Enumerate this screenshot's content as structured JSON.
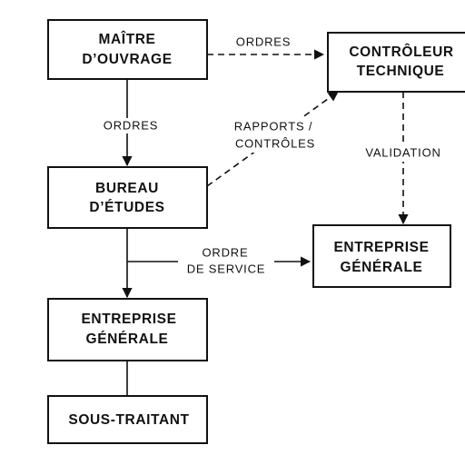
{
  "diagram": {
    "nodes": {
      "maitre_ouvrage": {
        "lines": [
          "MAÎTRE",
          "D’OUVRAGE"
        ]
      },
      "controleur_technique": {
        "lines": [
          "CONTRÔLEUR",
          "TECHNIQUE"
        ]
      },
      "bureau_etudes": {
        "lines": [
          "BUREAU",
          "D’ÉTUDES"
        ]
      },
      "entreprise_generale_right": {
        "lines": [
          "ENTREPRISE",
          "GÉNÉRALE"
        ]
      },
      "entreprise_generale_left": {
        "lines": [
          "ENTREPRISE",
          "GÉNÉRALE"
        ]
      },
      "sous_traitant": {
        "lines": [
          "SOUS-TRAITANT"
        ]
      }
    },
    "edges": {
      "ordres_top": {
        "lines": [
          "ORDRES"
        ],
        "style": "dashed"
      },
      "ordres_left": {
        "lines": [
          "ORDRES"
        ],
        "style": "solid"
      },
      "rapports_controles": {
        "lines": [
          "RAPPORTS /",
          "CONTRÔLES"
        ],
        "style": "dashed"
      },
      "validation": {
        "lines": [
          "VALIDATION"
        ],
        "style": "dashed"
      },
      "ordre_de_service": {
        "lines": [
          "ORDRE",
          "DE SERVICE"
        ],
        "style": "solid"
      },
      "be_to_eg_left": {
        "lines": [],
        "style": "solid"
      },
      "eg_to_sous_traitant": {
        "lines": [],
        "style": "solid"
      }
    },
    "colors": {
      "stroke": "#111111",
      "background": "#ffffff"
    }
  }
}
